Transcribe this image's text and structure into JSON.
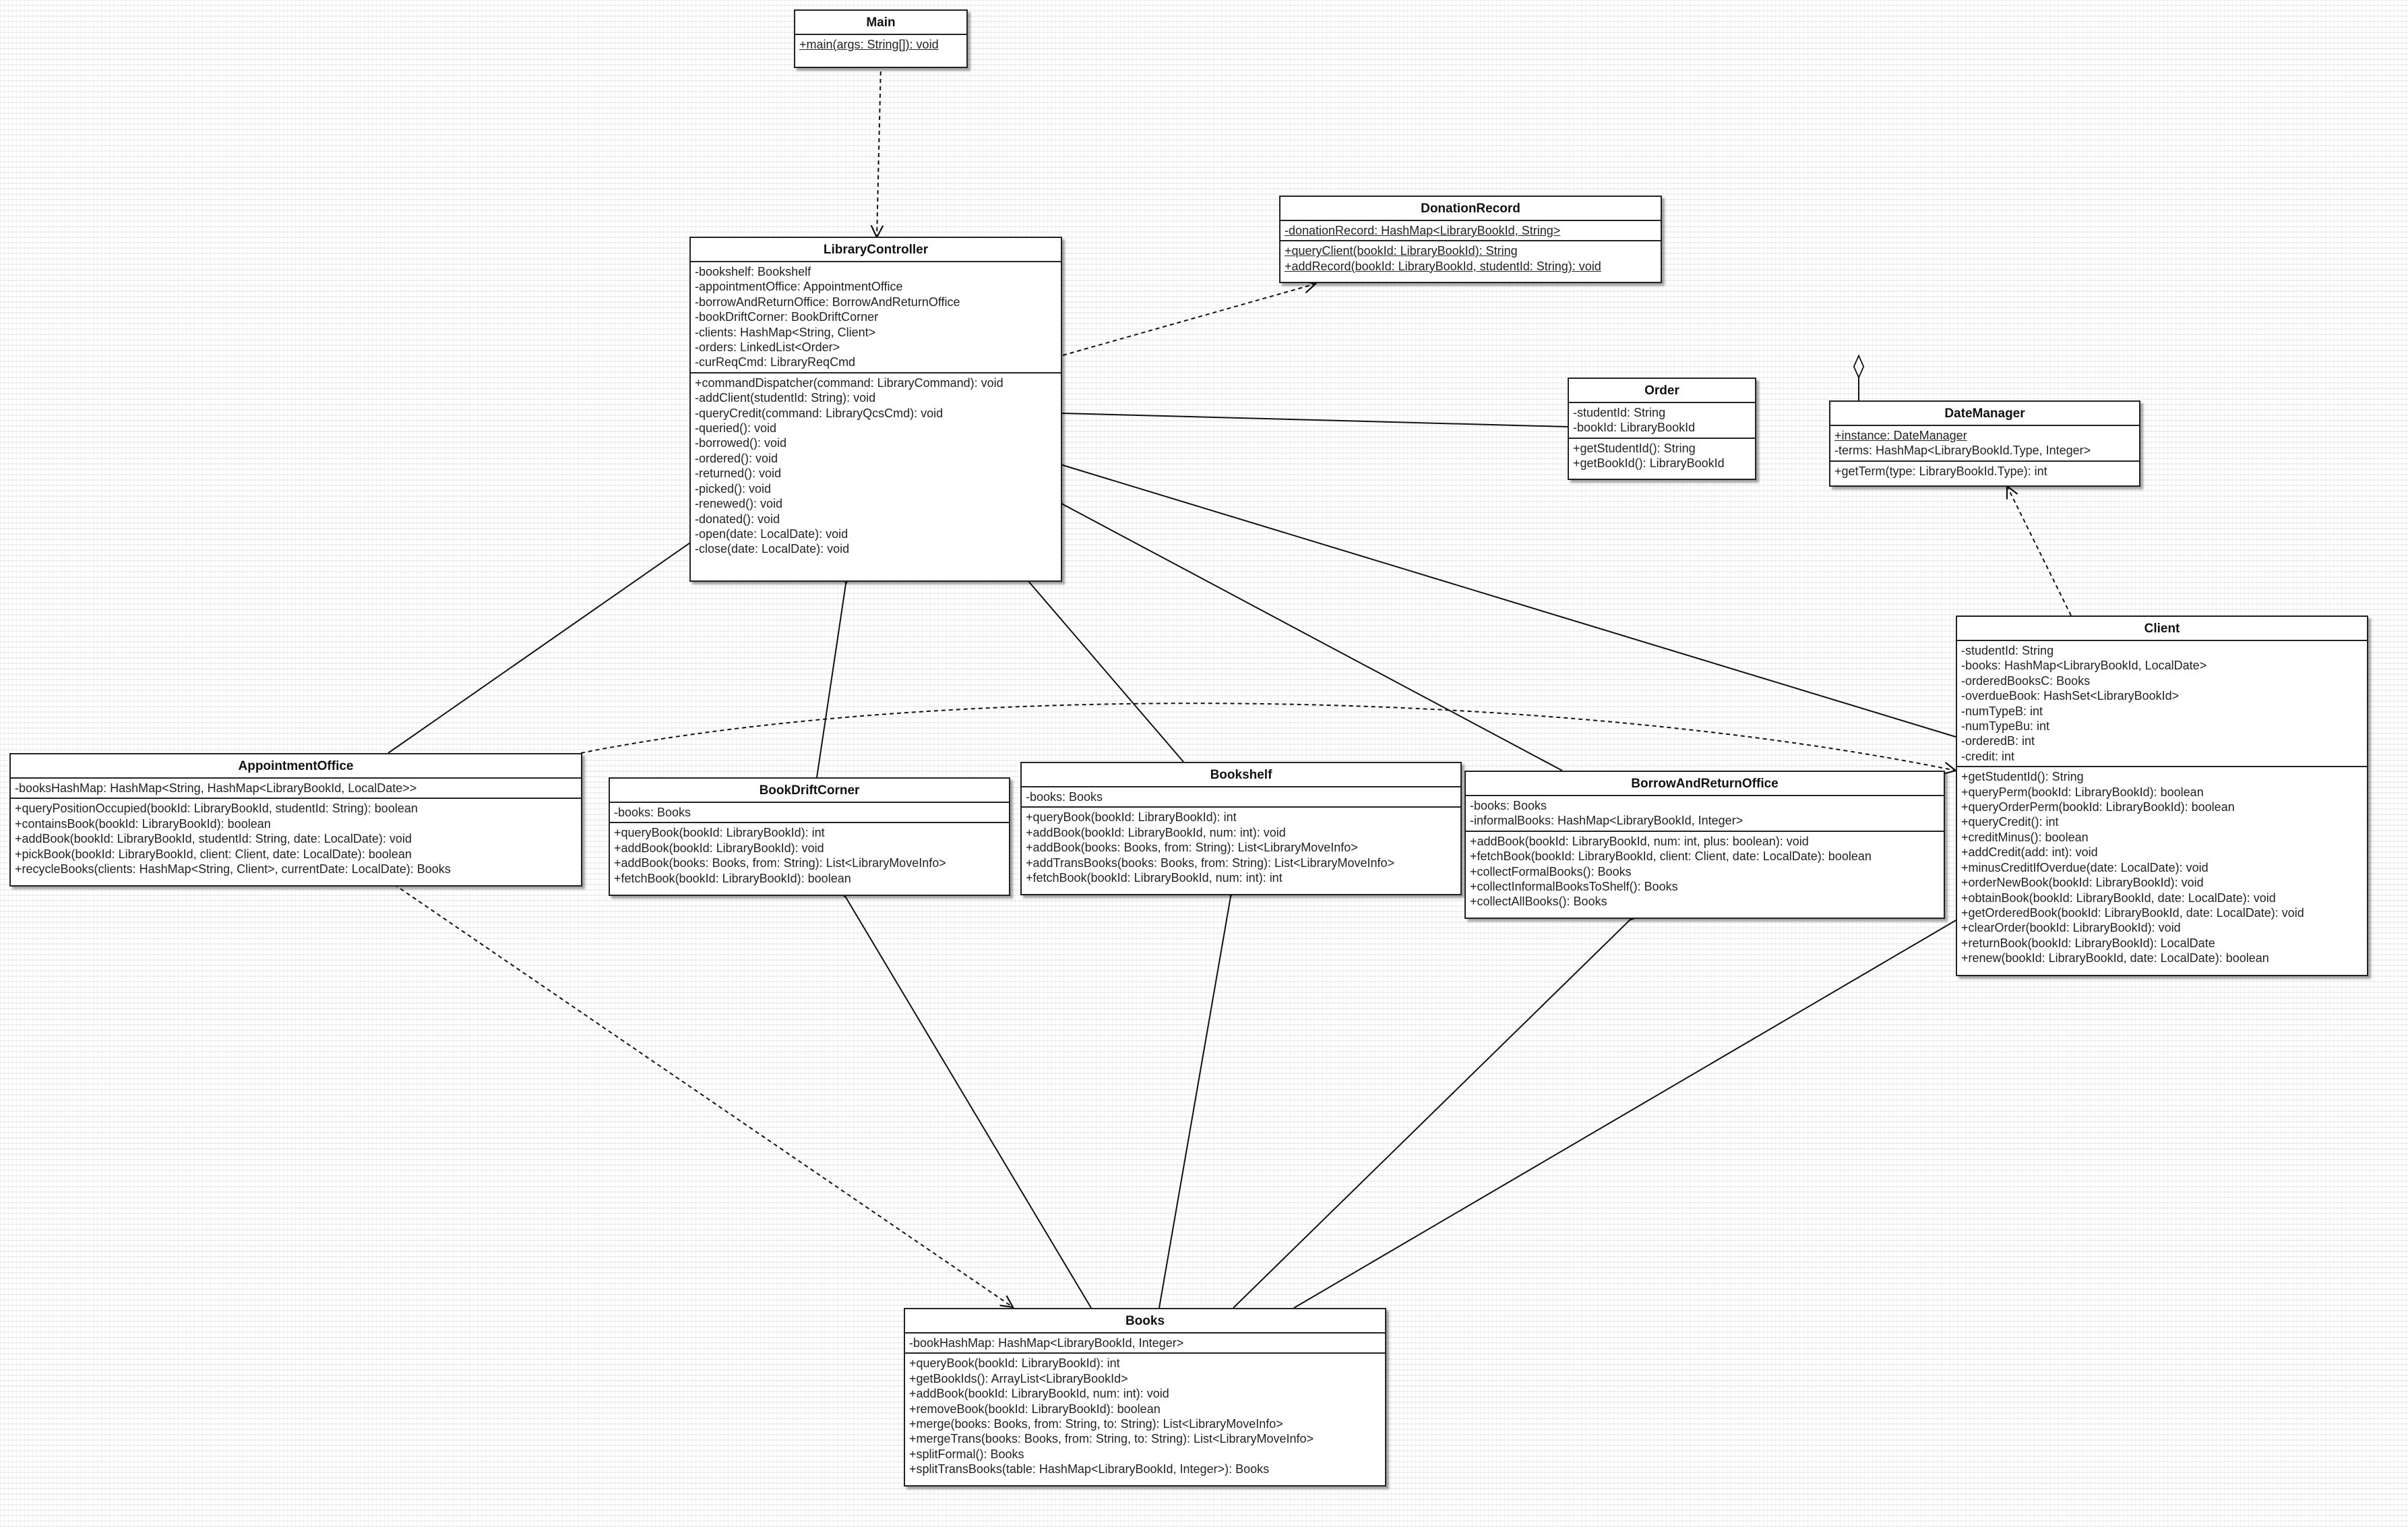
{
  "classes": {
    "main": {
      "name": "Main",
      "attributes": [],
      "methods": [
        "+main(args: String[]): void"
      ]
    },
    "library_controller": {
      "name": "LibraryController",
      "attributes": [
        "-bookshelf: Bookshelf",
        "-appointmentOffice: AppointmentOffice",
        "-borrowAndReturnOffice: BorrowAndReturnOffice",
        "-bookDriftCorner: BookDriftCorner",
        "-clients: HashMap<String, Client>",
        "-orders: LinkedList<Order>",
        "-curReqCmd: LibraryReqCmd"
      ],
      "methods": [
        "+commandDispatcher(command: LibraryCommand): void",
        "-addClient(studentId: String): void",
        "-queryCredit(command: LibraryQcsCmd): void",
        "-queried(): void",
        "-borrowed(): void",
        "-ordered(): void",
        "-returned(): void",
        "-picked(): void",
        "-renewed(): void",
        "-donated(): void",
        "-open(date: LocalDate): void",
        "-close(date: LocalDate): void"
      ]
    },
    "donation_record": {
      "name": "DonationRecord",
      "attributes": [
        "-donationRecord: HashMap<LibraryBookId, String>"
      ],
      "methods": [
        "+queryClient(bookId: LibraryBookId): String",
        "+addRecord(bookId: LibraryBookId, studentId: String): void"
      ]
    },
    "order": {
      "name": "Order",
      "attributes": [
        "-studentId: String",
        "-bookId: LibraryBookId"
      ],
      "methods": [
        "+getStudentId(): String",
        "+getBookId(): LibraryBookId"
      ]
    },
    "date_manager": {
      "name": "DateManager",
      "attributes": [
        "+instance: DateManager",
        "-terms: HashMap<LibraryBookId.Type, Integer>"
      ],
      "methods": [
        "+getTerm(type: LibraryBookId.Type): int"
      ]
    },
    "client": {
      "name": "Client",
      "attributes": [
        "-studentId: String",
        "-books: HashMap<LibraryBookId, LocalDate>",
        "-orderedBooksC: Books",
        "-overdueBook: HashSet<LibraryBookId>",
        "-numTypeB: int",
        "-numTypeBu: int",
        "-orderedB: int",
        "-credit: int"
      ],
      "methods": [
        "+getStudentId(): String",
        "+queryPerm(bookId: LibraryBookId): boolean",
        "+queryOrderPerm(bookId: LibraryBookId): boolean",
        "+queryCredit(): int",
        "+creditMinus(): boolean",
        "+addCredit(add: int): void",
        "+minusCreditIfOverdue(date: LocalDate): void",
        "+orderNewBook(bookId: LibraryBookId): void",
        "+obtainBook(bookId: LibraryBookId, date: LocalDate): void",
        "+getOrderedBook(bookId: LibraryBookId, date: LocalDate): void",
        "+clearOrder(bookId: LibraryBookId): void",
        "+returnBook(bookId: LibraryBookId): LocalDate",
        "+renew(bookId: LibraryBookId, date: LocalDate): boolean"
      ]
    },
    "appointment_office": {
      "name": "AppointmentOffice",
      "attributes": [
        "-booksHashMap: HashMap<String, HashMap<LibraryBookId, LocalDate>>"
      ],
      "methods": [
        "+queryPositionOccupied(bookId: LibraryBookId, studentId: String): boolean",
        "+containsBook(bookId: LibraryBookId): boolean",
        "+addBook(bookId: LibraryBookId, studentId: String, date: LocalDate): void",
        "+pickBook(bookId: LibraryBookId, client: Client, date: LocalDate): boolean",
        "+recycleBooks(clients: HashMap<String, Client>, currentDate: LocalDate): Books"
      ]
    },
    "book_drift_corner": {
      "name": "BookDriftCorner",
      "attributes": [
        "-books: Books"
      ],
      "methods": [
        "+queryBook(bookId: LibraryBookId): int",
        "+addBook(bookId: LibraryBookId): void",
        "+addBook(books: Books, from: String): List<LibraryMoveInfo>",
        "+fetchBook(bookId: LibraryBookId): boolean"
      ]
    },
    "bookshelf": {
      "name": "Bookshelf",
      "attributes": [
        "-books: Books"
      ],
      "methods": [
        "+queryBook(bookId: LibraryBookId): int",
        "+addBook(bookId: LibraryBookId, num: int): void",
        "+addBook(books: Books, from: String): List<LibraryMoveInfo>",
        "+addTransBooks(books: Books, from: String): List<LibraryMoveInfo>",
        "+fetchBook(bookId: LibraryBookId, num: int): int"
      ]
    },
    "borrow_and_return_office": {
      "name": "BorrowAndReturnOffice",
      "attributes": [
        "-books: Books",
        "-informalBooks: HashMap<LibraryBookId, Integer>"
      ],
      "methods": [
        "+addBook(bookId: LibraryBookId, num: int, plus: boolean): void",
        "+fetchBook(bookId: LibraryBookId, client: Client, date: LocalDate): boolean",
        "+collectFormalBooks(): Books",
        "+collectInformalBooksToShelf(): Books",
        "+collectAllBooks(): Books"
      ]
    },
    "books": {
      "name": "Books",
      "attributes": [
        "-bookHashMap: HashMap<LibraryBookId, Integer>"
      ],
      "methods": [
        "+queryBook(bookId: LibraryBookId): int",
        "+getBookIds(): ArrayList<LibraryBookId>",
        "+addBook(bookId: LibraryBookId, num: int): void",
        "+removeBook(bookId: LibraryBookId): boolean",
        "+merge(books: Books, from: String, to: String): List<LibraryMoveInfo>",
        "+mergeTrans(books: Books, from: String, to: String): List<LibraryMoveInfo>",
        "+splitFormal(): Books",
        "+splitTransBooks(table: HashMap<LibraryBookId, Integer>): Books"
      ]
    }
  },
  "relations": [
    {
      "from": "main",
      "to": "library_controller",
      "kind": "dependency"
    },
    {
      "from": "library_controller",
      "to": "donation_record",
      "kind": "dependency"
    },
    {
      "from": "library_controller",
      "to": "order",
      "kind": "aggregation"
    },
    {
      "from": "library_controller",
      "to": "client",
      "kind": "aggregation"
    },
    {
      "from": "library_controller",
      "to": "appointment_office",
      "kind": "aggregation"
    },
    {
      "from": "library_controller",
      "to": "book_drift_corner",
      "kind": "aggregation"
    },
    {
      "from": "library_controller",
      "to": "bookshelf",
      "kind": "aggregation"
    },
    {
      "from": "library_controller",
      "to": "borrow_and_return_office",
      "kind": "aggregation"
    },
    {
      "from": "date_manager",
      "to": "date_manager",
      "kind": "aggregation"
    },
    {
      "from": "client",
      "to": "date_manager",
      "kind": "dependency"
    },
    {
      "from": "appointment_office",
      "to": "client",
      "kind": "dependency"
    },
    {
      "from": "appointment_office",
      "to": "books",
      "kind": "dependency"
    },
    {
      "from": "book_drift_corner",
      "to": "books",
      "kind": "aggregation"
    },
    {
      "from": "bookshelf",
      "to": "books",
      "kind": "aggregation"
    },
    {
      "from": "borrow_and_return_office",
      "to": "books",
      "kind": "aggregation"
    },
    {
      "from": "client",
      "to": "books",
      "kind": "aggregation"
    }
  ]
}
